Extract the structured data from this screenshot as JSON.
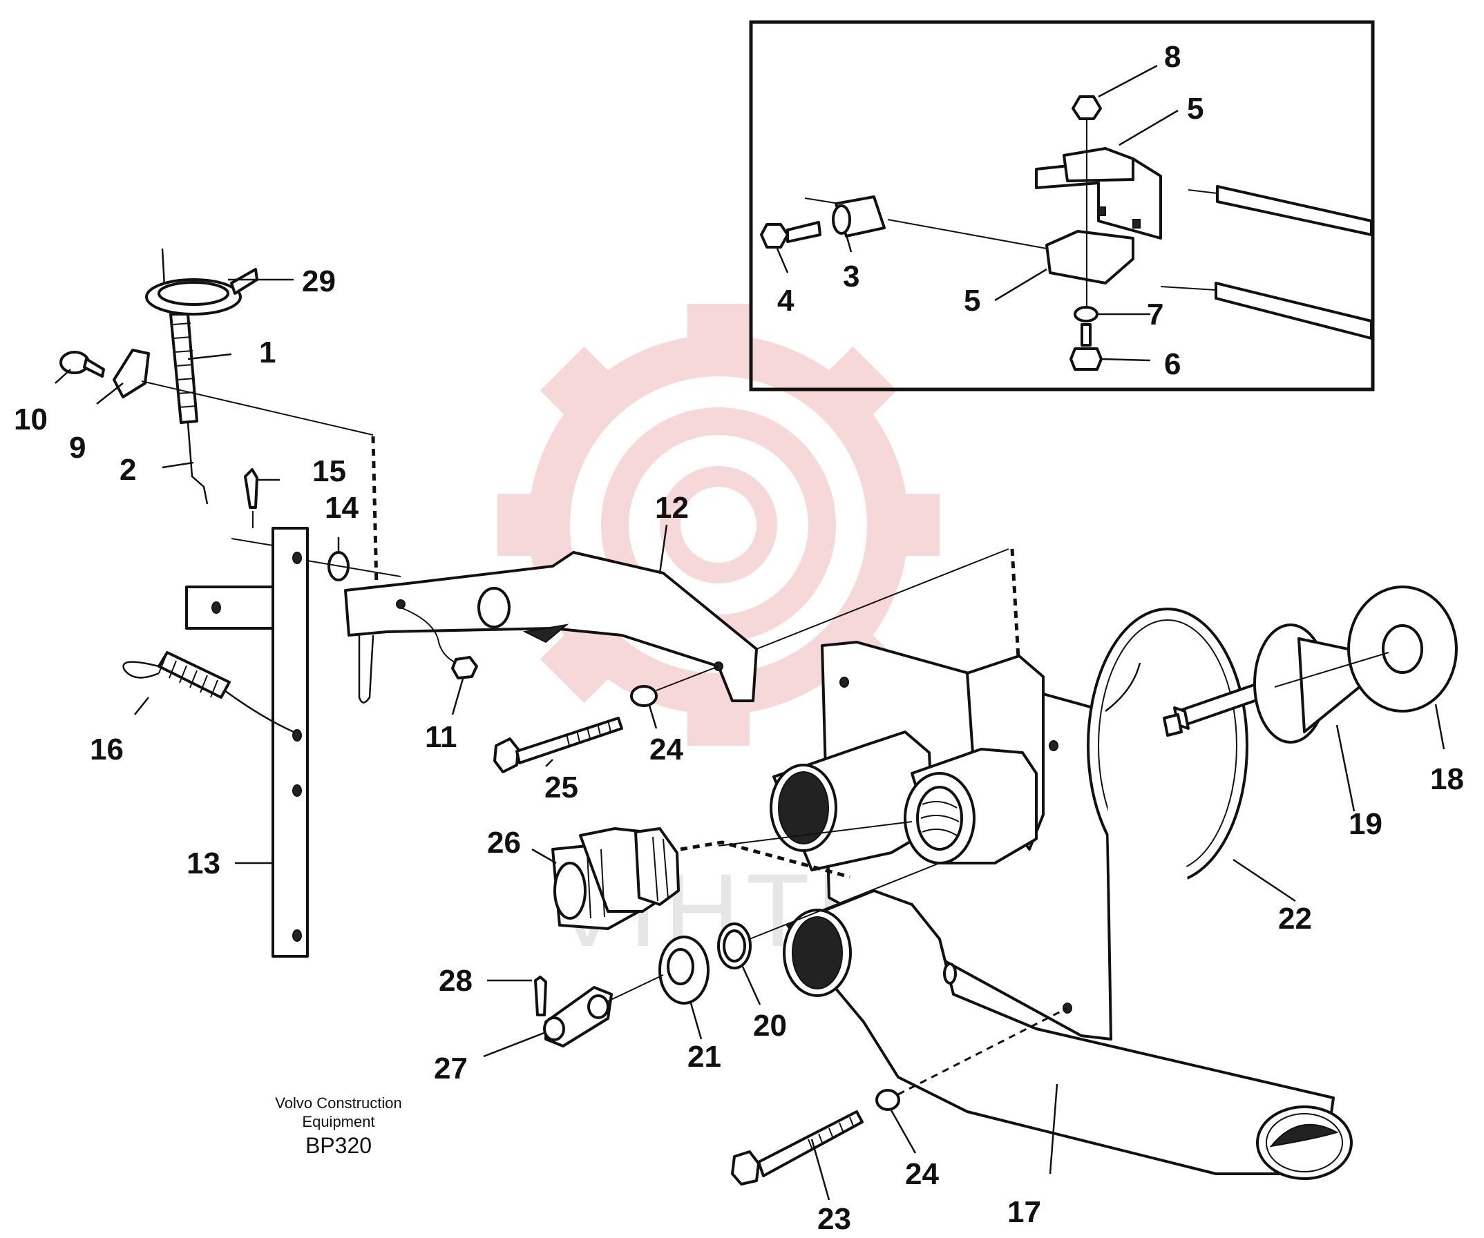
{
  "caption": {
    "maker_line1": "Volvo Construction",
    "maker_line2": "Equipment",
    "code": "BP320"
  },
  "watermark": {
    "text": "VIHTEX",
    "logo_color": "#f2b9b9"
  },
  "callouts": [
    {
      "id": "1",
      "text": "1"
    },
    {
      "id": "2",
      "text": "2"
    },
    {
      "id": "3",
      "text": "3"
    },
    {
      "id": "4",
      "text": "4"
    },
    {
      "id": "5a",
      "text": "5"
    },
    {
      "id": "5b",
      "text": "5"
    },
    {
      "id": "6",
      "text": "6"
    },
    {
      "id": "7",
      "text": "7"
    },
    {
      "id": "8",
      "text": "8"
    },
    {
      "id": "9",
      "text": "9"
    },
    {
      "id": "10",
      "text": "10"
    },
    {
      "id": "11",
      "text": "11"
    },
    {
      "id": "12",
      "text": "12"
    },
    {
      "id": "13",
      "text": "13"
    },
    {
      "id": "14",
      "text": "14"
    },
    {
      "id": "15",
      "text": "15"
    },
    {
      "id": "16",
      "text": "16"
    },
    {
      "id": "17",
      "text": "17"
    },
    {
      "id": "18",
      "text": "18"
    },
    {
      "id": "19",
      "text": "19"
    },
    {
      "id": "20",
      "text": "20"
    },
    {
      "id": "21",
      "text": "21"
    },
    {
      "id": "22",
      "text": "22"
    },
    {
      "id": "23",
      "text": "23"
    },
    {
      "id": "24a",
      "text": "24"
    },
    {
      "id": "24b",
      "text": "24"
    },
    {
      "id": "25",
      "text": "25"
    },
    {
      "id": "26",
      "text": "26"
    },
    {
      "id": "27",
      "text": "27"
    },
    {
      "id": "28",
      "text": "28"
    },
    {
      "id": "29",
      "text": "29"
    }
  ]
}
